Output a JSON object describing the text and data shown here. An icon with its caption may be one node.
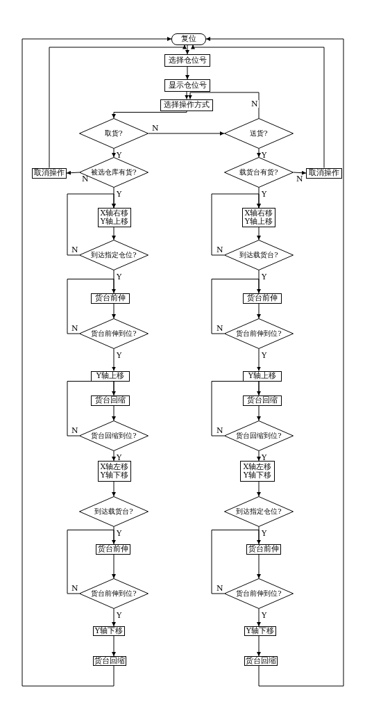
{
  "diagram": {
    "nodes": [
      {
        "text": [
          "复位"
        ]
      },
      {
        "text": [
          "选择仓位号"
        ]
      },
      {
        "text": [
          "显示仓位号"
        ]
      },
      {
        "text": [
          "选择操作方式"
        ]
      },
      {
        "text": [
          "取货?"
        ]
      },
      {
        "text": [
          "送货?"
        ]
      },
      {
        "text": [
          "取消操作"
        ]
      },
      {
        "text": [
          "被选仓库有货?"
        ]
      },
      {
        "text": [
          "载货台有货?"
        ]
      },
      {
        "text": [
          "取消操作"
        ]
      },
      {
        "text": [
          "X轴右移",
          "Y轴上移"
        ]
      },
      {
        "text": [
          "到达指定仓位?"
        ]
      },
      {
        "text": [
          "货台前伸"
        ]
      },
      {
        "text": [
          "货台前伸到位?"
        ]
      },
      {
        "text": [
          "Y轴上移"
        ]
      },
      {
        "text": [
          "货台回缩"
        ]
      },
      {
        "text": [
          "货台回缩到位?"
        ]
      },
      {
        "text": [
          "X轴左移",
          "Y轴下移"
        ]
      },
      {
        "text": [
          "到达载货台?"
        ]
      },
      {
        "text": [
          "货台前伸"
        ]
      },
      {
        "text": [
          "货台前伸到位?"
        ]
      },
      {
        "text": [
          "Y轴下移"
        ]
      },
      {
        "text": [
          "货台回缩"
        ]
      },
      {
        "text": [
          "X轴右移",
          "Y轴上移"
        ]
      },
      {
        "text": [
          "到达载货台?"
        ]
      },
      {
        "text": [
          "货台前伸"
        ]
      },
      {
        "text": [
          "货台前伸到位?"
        ]
      },
      {
        "text": [
          "Y轴上移"
        ]
      },
      {
        "text": [
          "货台回缩"
        ]
      },
      {
        "text": [
          "货台回缩到位?"
        ]
      },
      {
        "text": [
          "X轴左移",
          "Y轴下移"
        ]
      },
      {
        "text": [
          "到达指定仓位?"
        ]
      },
      {
        "text": [
          "货台前伸"
        ]
      },
      {
        "text": [
          "货台前伸到位?"
        ]
      },
      {
        "text": [
          "Y轴下移"
        ]
      },
      {
        "text": [
          "货台回缩"
        ]
      }
    ],
    "edges": [
      {
        "from": 0,
        "to": 1,
        "arrow": "to"
      },
      {
        "from": 1,
        "to": 2,
        "arrow": "to"
      },
      {
        "from": 2,
        "to": 3,
        "arrow": "to"
      },
      {
        "from": 3,
        "to": 4,
        "arrow": "to"
      },
      {
        "from": 4,
        "to": 5,
        "arrow": "to",
        "label": "N"
      },
      {
        "from": 5,
        "to": 3,
        "arrow": "to",
        "label": "N"
      },
      {
        "from": 4,
        "to": 7,
        "arrow": "to",
        "label": "Y"
      },
      {
        "from": 5,
        "to": 8,
        "arrow": "to",
        "label": "Y"
      },
      {
        "from": 7,
        "to": 6,
        "arrow": "to",
        "label": "N"
      },
      {
        "from": 8,
        "to": 9,
        "arrow": "to",
        "label": "N"
      },
      {
        "from": 6,
        "to": 0,
        "arrow": "to"
      },
      {
        "from": 9,
        "to": 0,
        "arrow": "to"
      },
      {
        "from": 7,
        "to": 10,
        "arrow": "to",
        "label": "Y"
      },
      {
        "from": 10,
        "to": 11,
        "arrow": "to"
      },
      {
        "from": 11,
        "to": 10,
        "arrow": "to",
        "label": "N"
      },
      {
        "from": 11,
        "to": 12,
        "arrow": "to",
        "label": "Y"
      },
      {
        "from": 12,
        "to": 13,
        "arrow": "to"
      },
      {
        "from": 13,
        "to": 12,
        "arrow": "to",
        "label": "N"
      },
      {
        "from": 13,
        "to": 14,
        "arrow": "to",
        "label": "Y"
      },
      {
        "from": 14,
        "to": 15,
        "arrow": "to"
      },
      {
        "from": 15,
        "to": 16,
        "arrow": "to"
      },
      {
        "from": 16,
        "to": 15,
        "arrow": "to",
        "label": "N"
      },
      {
        "from": 16,
        "to": 17,
        "arrow": "to",
        "label": "Y"
      },
      {
        "from": 17,
        "to": 18,
        "arrow": "to"
      },
      {
        "from": 18,
        "to": 19,
        "arrow": "to",
        "label": "Y"
      },
      {
        "from": 19,
        "to": 20,
        "arrow": "to"
      },
      {
        "from": 20,
        "to": 19,
        "arrow": "to",
        "label": "N"
      },
      {
        "from": 20,
        "to": 21,
        "arrow": "to",
        "label": "Y"
      },
      {
        "from": 21,
        "to": 22,
        "arrow": "to"
      },
      {
        "from": 22,
        "to": 0,
        "arrow": "to"
      },
      {
        "from": 8,
        "to": 23,
        "arrow": "to",
        "label": "Y"
      },
      {
        "from": 23,
        "to": 24,
        "arrow": "to"
      },
      {
        "from": 24,
        "to": 23,
        "arrow": "to",
        "label": "N"
      },
      {
        "from": 24,
        "to": 25,
        "arrow": "to",
        "label": "Y"
      },
      {
        "from": 25,
        "to": 26,
        "arrow": "to"
      },
      {
        "from": 26,
        "to": 25,
        "arrow": "to",
        "label": "N"
      },
      {
        "from": 26,
        "to": 27,
        "arrow": "to",
        "label": "Y"
      },
      {
        "from": 27,
        "to": 28,
        "arrow": "to"
      },
      {
        "from": 28,
        "to": 29,
        "arrow": "to"
      },
      {
        "from": 29,
        "to": 28,
        "arrow": "to",
        "label": "N"
      },
      {
        "from": 29,
        "to": 30,
        "arrow": "to",
        "label": "Y"
      },
      {
        "from": 30,
        "to": 31,
        "arrow": "to"
      },
      {
        "from": 31,
        "to": 32,
        "arrow": "to",
        "label": "Y"
      },
      {
        "from": 32,
        "to": 33,
        "arrow": "to"
      },
      {
        "from": 33,
        "to": 32,
        "arrow": "to",
        "label": "N"
      },
      {
        "from": 33,
        "to": 34,
        "arrow": "to",
        "label": "Y"
      },
      {
        "from": 34,
        "to": 35,
        "arrow": "to"
      },
      {
        "from": 35,
        "to": 0,
        "arrow": "to"
      }
    ]
  }
}
